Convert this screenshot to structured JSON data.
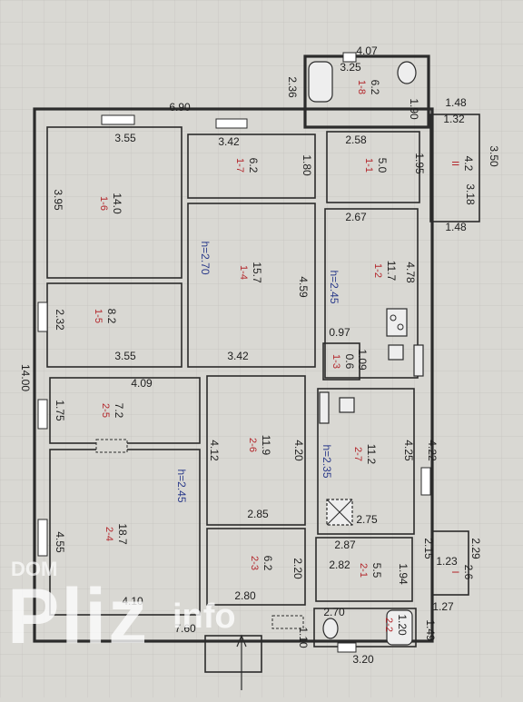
{
  "plan": {
    "heights": [
      "h=2.70",
      "h=2.45",
      "h=2.35",
      "h=2.45"
    ],
    "rooms": [
      {
        "id": "1-1",
        "area": "5.0"
      },
      {
        "id": "1-2",
        "area": "11.7"
      },
      {
        "id": "1-3",
        "area": "0.6"
      },
      {
        "id": "1-4",
        "area": "15.7"
      },
      {
        "id": "1-5",
        "area": "8.2"
      },
      {
        "id": "1-6",
        "area": "14.0"
      },
      {
        "id": "1-7",
        "area": "6.2"
      },
      {
        "id": "1-8",
        "area": "6.2"
      },
      {
        "id": "2-1",
        "area": "5.5"
      },
      {
        "id": "2-2",
        "area": "1.20"
      },
      {
        "id": "2-3",
        "area": "6.2"
      },
      {
        "id": "2-4",
        "area": "18.7"
      },
      {
        "id": "2-5",
        "area": "7.2"
      },
      {
        "id": "2-6",
        "area": "11.9"
      },
      {
        "id": "2-7",
        "area": "11.2"
      },
      {
        "id": "I",
        "area": "2.6"
      },
      {
        "id": "II",
        "area": "4.2"
      }
    ],
    "dimensions": [
      "4.07",
      "3.25",
      "2.36",
      "1.90",
      "1.48",
      "1.32",
      "3.50",
      "3.18",
      "1.48",
      "6.90",
      "3.55",
      "3.42",
      "2.58",
      "1.80",
      "1.95",
      "3.95",
      "2.67",
      "4.78",
      "4.59",
      "2.32",
      "3.55",
      "3.42",
      "0.97",
      "1.09",
      "14.00",
      "4.09",
      "1.75",
      "4.22",
      "4.12",
      "4.20",
      "4.25",
      "2.85",
      "2.75",
      "2.87",
      "2.15",
      "2.29",
      "1.23",
      "4.55",
      "2.20",
      "1.94",
      "2.82",
      "1.27",
      "4.10",
      "2.80",
      "2.70",
      "1.49",
      "1.10",
      "7.60",
      "3.20"
    ]
  },
  "watermark": {
    "top": "DOM",
    "main": "Pliz",
    "suffix": "info"
  }
}
